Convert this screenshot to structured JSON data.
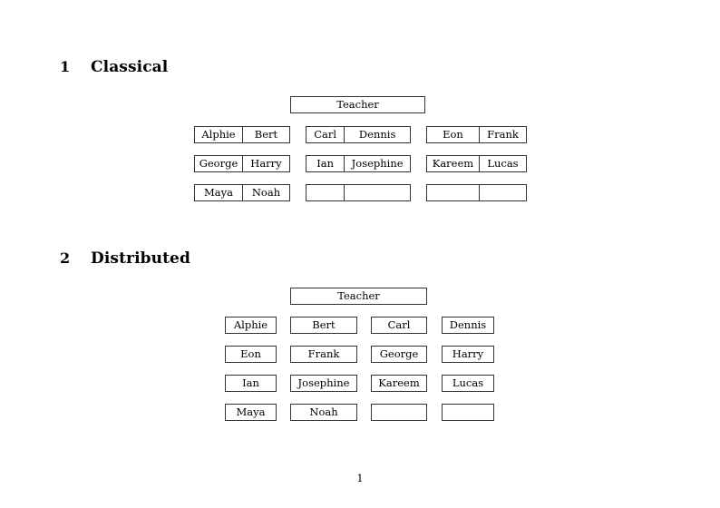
{
  "document": {
    "page_number": "1",
    "sections": [
      {
        "number": "1",
        "title": "Classical",
        "teacher_label": "Teacher",
        "layout": "grouped",
        "groups": [
          {
            "name": "group-left",
            "rows": [
              {
                "cells": [
                  "Alphie",
                  "Bert"
                ]
              },
              {
                "cells": [
                  "George",
                  "Harry"
                ]
              },
              {
                "cells": [
                  "Maya",
                  "Noah"
                ]
              }
            ]
          },
          {
            "name": "group-middle",
            "rows": [
              {
                "cells": [
                  "Carl",
                  "Dennis"
                ]
              },
              {
                "cells": [
                  "Ian",
                  "Josephine"
                ]
              },
              {
                "cells": [
                  "",
                  ""
                ]
              }
            ]
          },
          {
            "name": "group-right",
            "rows": [
              {
                "cells": [
                  "Eon",
                  "Frank"
                ]
              },
              {
                "cells": [
                  "Kareem",
                  "Lucas"
                ]
              },
              {
                "cells": [
                  "",
                  ""
                ]
              }
            ]
          }
        ]
      },
      {
        "number": "2",
        "title": "Distributed",
        "teacher_label": "Teacher",
        "layout": "separate",
        "rows": [
          {
            "cells": [
              "Alphie",
              "Bert",
              "Carl",
              "Dennis"
            ]
          },
          {
            "cells": [
              "Eon",
              "Frank",
              "George",
              "Harry"
            ]
          },
          {
            "cells": [
              "Ian",
              "Josephine",
              "Kareem",
              "Lucas"
            ]
          },
          {
            "cells": [
              "Maya",
              "Noah",
              "",
              ""
            ]
          }
        ]
      }
    ]
  }
}
